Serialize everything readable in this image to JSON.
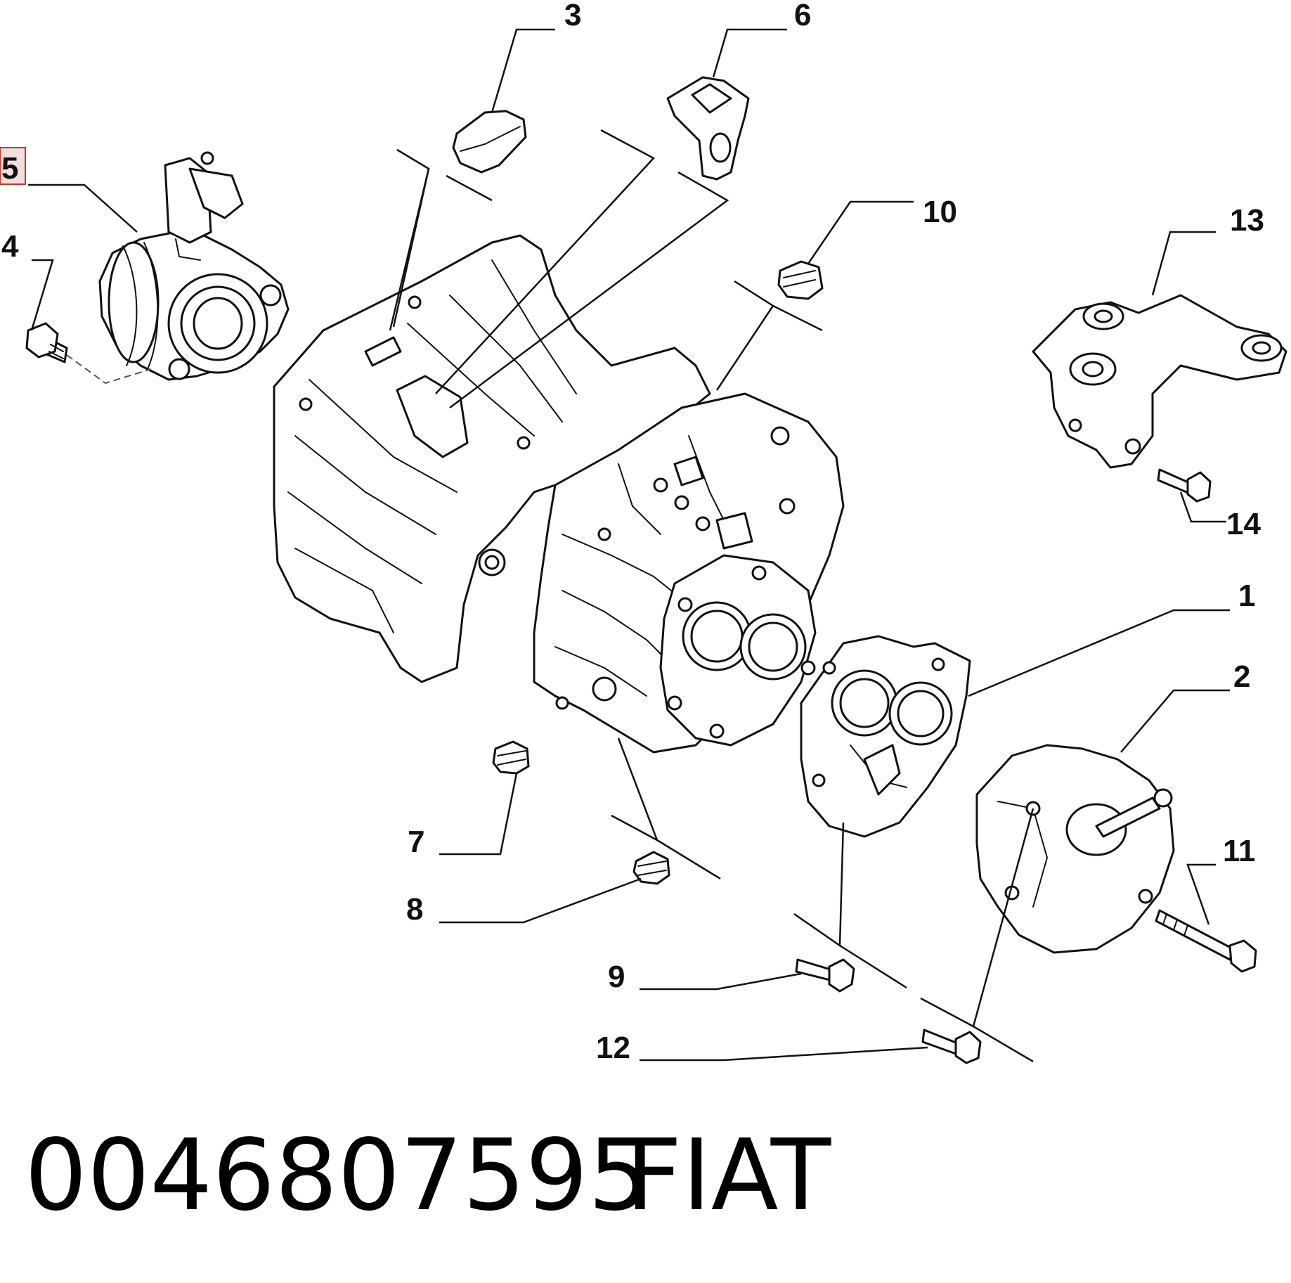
{
  "diagram": {
    "labels": {
      "l1": "1",
      "l2": "2",
      "l3": "3",
      "l4": "4",
      "l5": "5",
      "l6": "6",
      "l7": "7",
      "l8": "8",
      "l9": "9",
      "l10": "10",
      "l11": "11",
      "l12": "12",
      "l13": "13",
      "l14": "14"
    },
    "highlighted_item": "5",
    "part_number": "0046807595",
    "brand": "FIAT"
  }
}
